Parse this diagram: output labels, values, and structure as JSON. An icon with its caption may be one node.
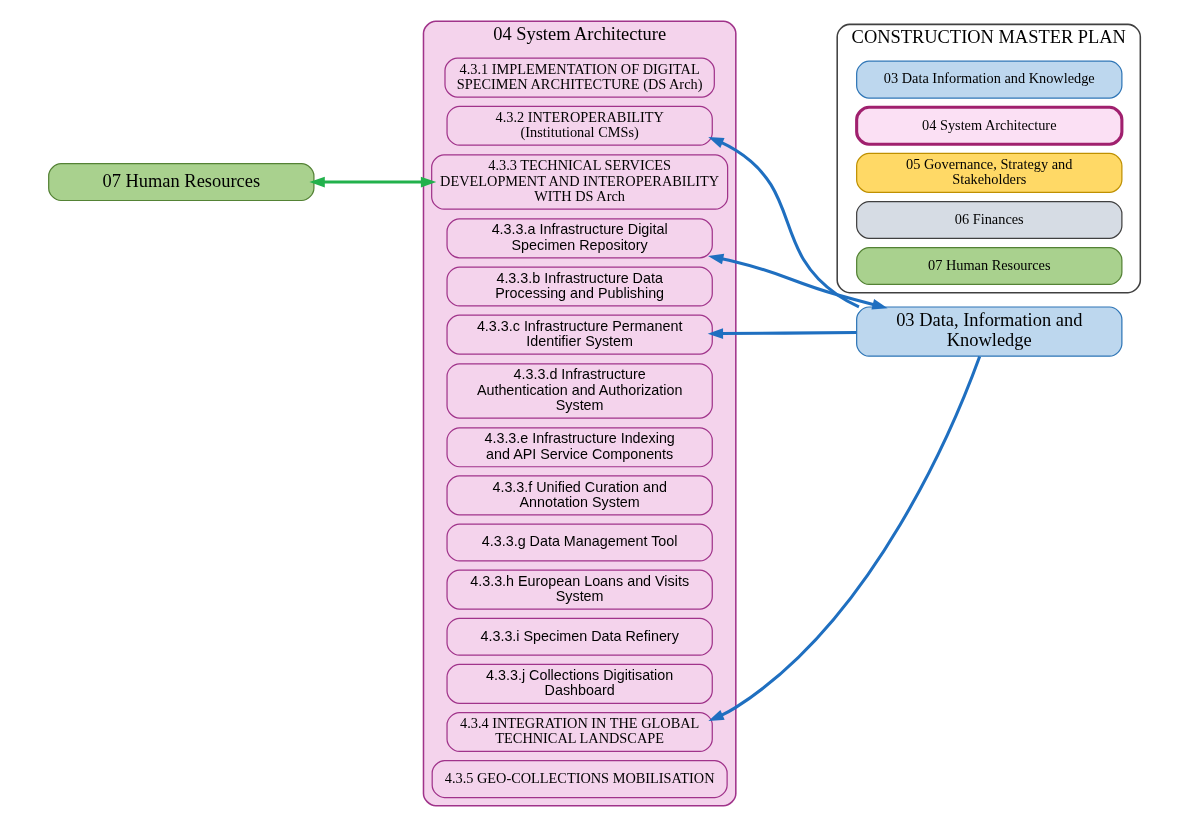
{
  "diagram": {
    "nodes": [
      {
        "text": [
          "04 System Architecture"
        ]
      },
      {
        "text": [
          "4.3.1 IMPLEMENTATION OF DIGITAL SPECIMEN ARCHITECTURE (DS Arch)"
        ],
        "in": 0
      },
      {
        "text": [
          "4.3.2 INTEROPERABILITY (Institutional CMSs)"
        ],
        "in": 0
      },
      {
        "text": [
          "4.3.3 TECHNICAL SERVICES DEVELOPMENT AND INTEROPERABILITY WITH DS Arch"
        ],
        "in": 0
      },
      {
        "text": [
          "4.3.3.a Infrastructure Digital Specimen Repository"
        ],
        "in": 0
      },
      {
        "text": [
          "4.3.3.b Infrastructure Data Processing and Publishing"
        ],
        "in": 0
      },
      {
        "text": [
          "4.3.3.c Infrastructure Permanent Identifier System"
        ],
        "in": 0
      },
      {
        "text": [
          "4.3.3.d Infrastructure Authentication and Authorization System"
        ],
        "in": 0
      },
      {
        "text": [
          "4.3.3.e Infrastructure Indexing and API Service Components"
        ],
        "in": 0
      },
      {
        "text": [
          "4.3.3.f Unified Curation and Annotation System"
        ],
        "in": 0
      },
      {
        "text": [
          "4.3.3.g Data Management Tool"
        ],
        "in": 0
      },
      {
        "text": [
          "4.3.3.h European Loans and Visits System"
        ],
        "in": 0
      },
      {
        "text": [
          "4.3.3.i Specimen Data Refinery"
        ],
        "in": 0
      },
      {
        "text": [
          "4.3.3.j Collections Digitisation Dashboard"
        ],
        "in": 0
      },
      {
        "text": [
          "4.3.4 INTEGRATION IN THE GLOBAL TECHNICAL LANDSCAPE"
        ],
        "in": 0
      },
      {
        "text": [
          "4.3.5 GEO-COLLECTIONS MOBILISATION"
        ],
        "in": 0
      },
      {
        "text": [
          "03 Data, Information and Knowledge"
        ]
      },
      {
        "text": [
          "07 Human Resources"
        ]
      },
      {
        "text": [
          "CONSTRUCTION MASTER PLAN"
        ]
      },
      {
        "text": [
          "03 Data Information and Knowledge"
        ],
        "in": 18
      },
      {
        "text": [
          "04 System Architecture"
        ],
        "in": 18
      },
      {
        "text": [
          "05 Governance, Strategy and Stakeholders"
        ],
        "in": 18
      },
      {
        "text": [
          "06 Finances"
        ],
        "in": 18
      },
      {
        "text": [
          "07 Human Resources"
        ],
        "in": 18
      }
    ],
    "edges": [
      {
        "from": 16,
        "to": 2,
        "arrow": "to"
      },
      {
        "from": 16,
        "to": 4,
        "arrow": "both"
      },
      {
        "from": 16,
        "to": 6,
        "arrow": "to"
      },
      {
        "from": 16,
        "to": 14,
        "arrow": "to"
      },
      {
        "from": 3,
        "to": 17,
        "arrow": "both",
        "color": "#22b14c"
      }
    ]
  }
}
